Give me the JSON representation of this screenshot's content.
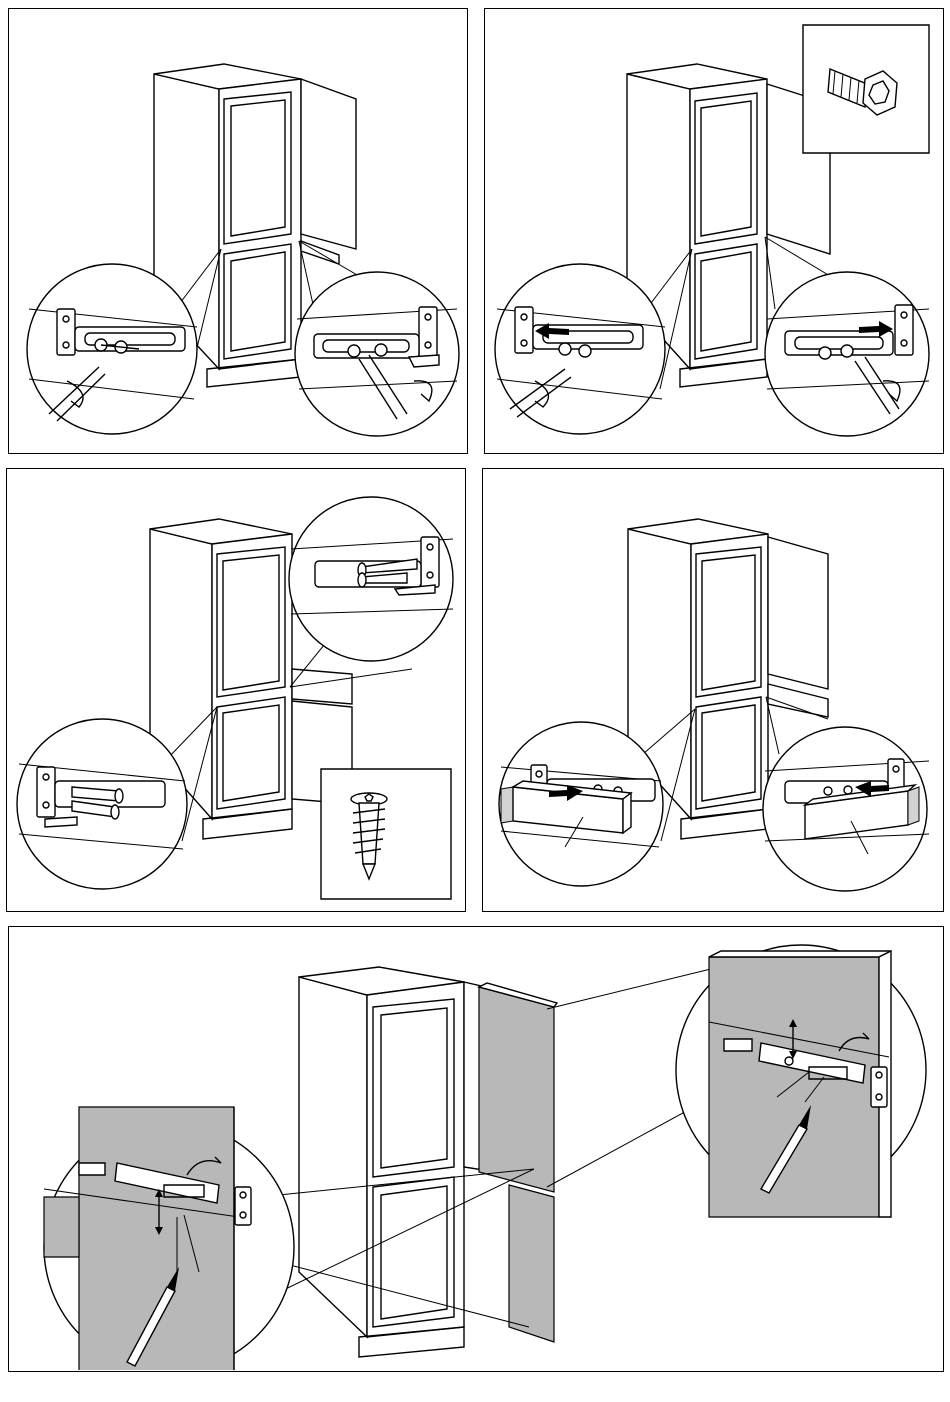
{
  "figure": {
    "panels": [
      {
        "id": "step-1",
        "icons": [
          "screwdriver-icon",
          "rotate-left-arrow-icon",
          "rotate-right-arrow-icon"
        ]
      },
      {
        "id": "step-2",
        "icons": [
          "hex-bolt-icon",
          "slide-arrow-icon",
          "rotate-arrow-icon"
        ]
      },
      {
        "id": "step-3",
        "icons": [
          "wood-screw-icon",
          "slide-arrow-icon"
        ]
      },
      {
        "id": "step-4",
        "icons": [
          "spacer-block-icon",
          "push-arrow-icon"
        ]
      },
      {
        "id": "step-5",
        "icons": [
          "pencil-icon",
          "distance-arrow-icon",
          "hinge-bracket-icon"
        ]
      }
    ],
    "colors": {
      "line": "#000000",
      "panel_fill": "#b8b8b8",
      "background": "#ffffff"
    }
  }
}
